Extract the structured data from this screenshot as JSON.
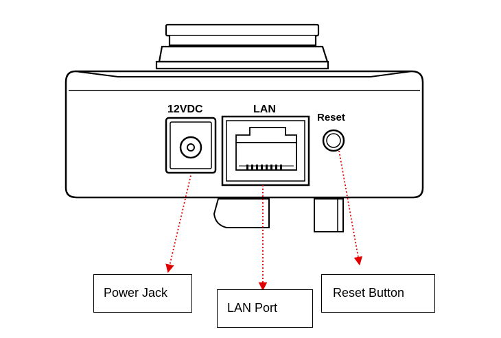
{
  "device": {
    "port_labels": {
      "power": "12VDC",
      "lan": "LAN",
      "reset": "Reset"
    }
  },
  "callouts": {
    "power_jack": "Power Jack",
    "lan_port": "LAN Port",
    "reset_button": "Reset Button"
  },
  "colors": {
    "outline": "#000000",
    "pointer": "#e00000",
    "background": "#ffffff"
  }
}
